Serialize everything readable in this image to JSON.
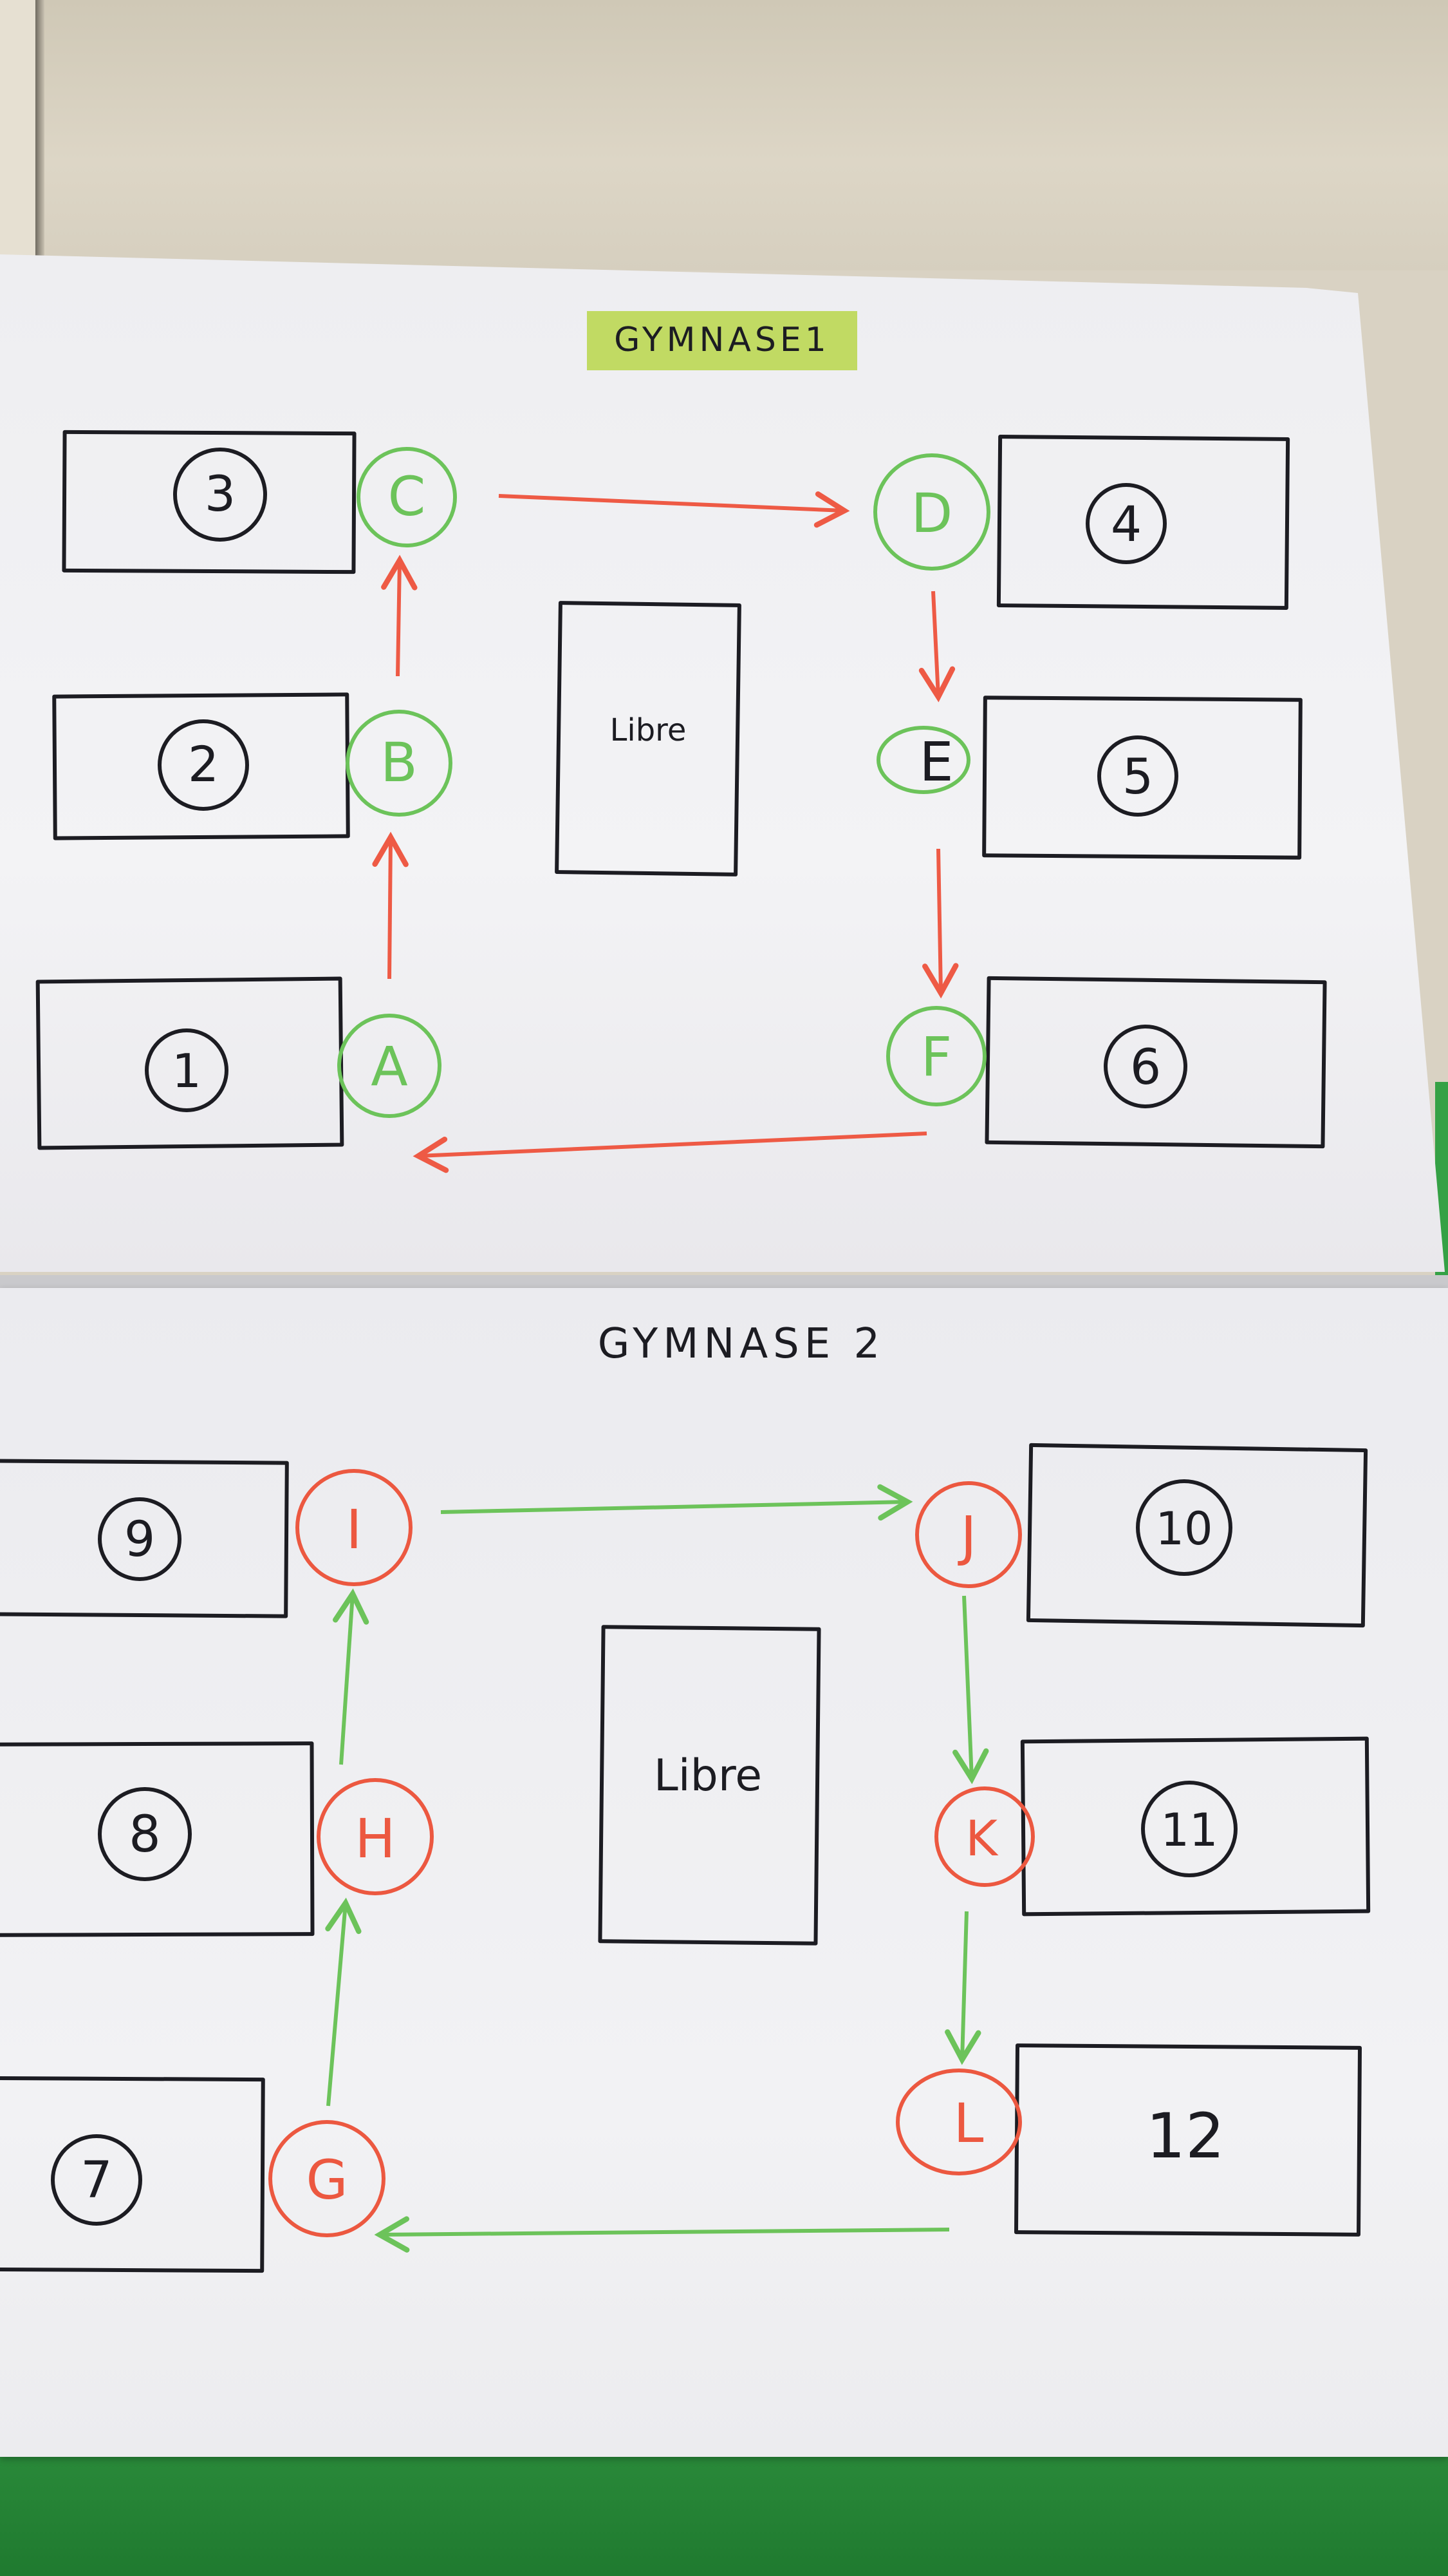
{
  "board1": {
    "title": "GYMNASE1",
    "center_label": "Libre",
    "stations": [
      "1",
      "2",
      "3",
      "4",
      "5",
      "6"
    ],
    "points": [
      "A",
      "B",
      "C",
      "D",
      "E",
      "F"
    ],
    "point_color": "#6cc35a",
    "arrow_color": "#ee5a45",
    "title_highlight": "#b8d64a"
  },
  "board2": {
    "title": "GYMNASE 2",
    "center_label": "Libre",
    "stations": [
      "7",
      "8",
      "9",
      "10",
      "11",
      "12"
    ],
    "points": [
      "G",
      "H",
      "I",
      "J",
      "K",
      "L"
    ],
    "point_color": "#ec5840",
    "arrow_color": "#6cc35a"
  }
}
